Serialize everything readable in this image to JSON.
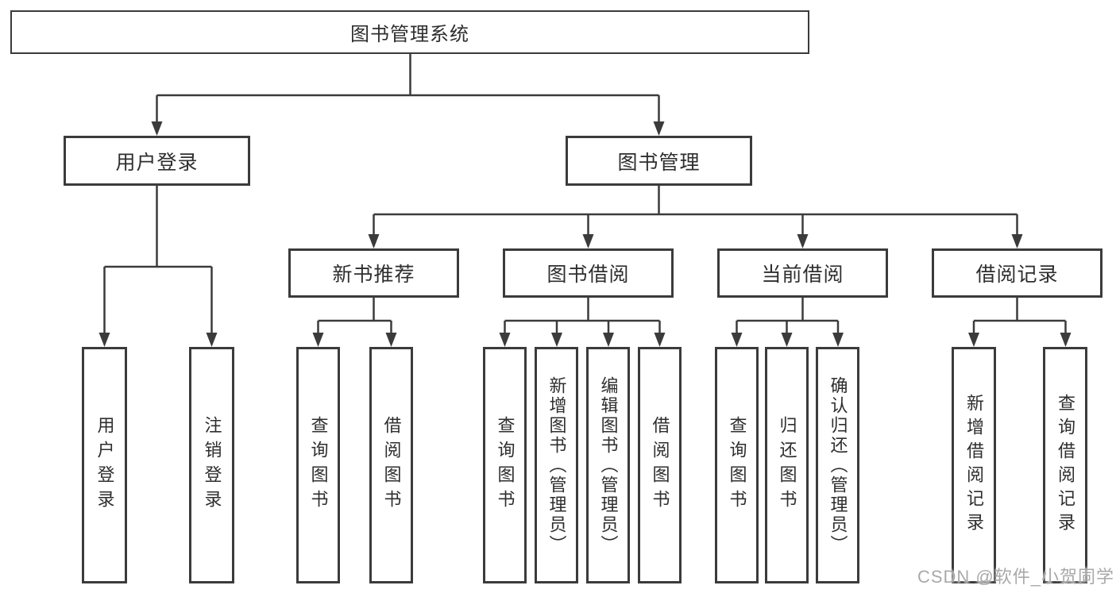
{
  "diagram": {
    "root": "图书管理系统",
    "branches": [
      {
        "label": "用户登录",
        "children": [
          "用户登录",
          "注销登录"
        ]
      },
      {
        "label": "图书管理",
        "sections": [
          {
            "label": "新书推荐",
            "children": [
              "查询图书",
              "借阅图书"
            ]
          },
          {
            "label": "图书借阅",
            "children": [
              "查询图书",
              "新增图书（管理员）",
              "编辑图书（管理员）",
              "借阅图书"
            ]
          },
          {
            "label": "当前借阅",
            "children": [
              "查询图书",
              "归还图书",
              "确认归还（管理员）"
            ]
          },
          {
            "label": "借阅记录",
            "children": [
              "新增借阅记录",
              "查询借阅记录"
            ]
          }
        ]
      }
    ],
    "watermark": "CSDN @软件_小贺同学",
    "colors": {
      "line": "#3b3b3b",
      "text": "#2e2e2e",
      "watermark": "#a9a9a9",
      "background": "#ffffff"
    }
  }
}
